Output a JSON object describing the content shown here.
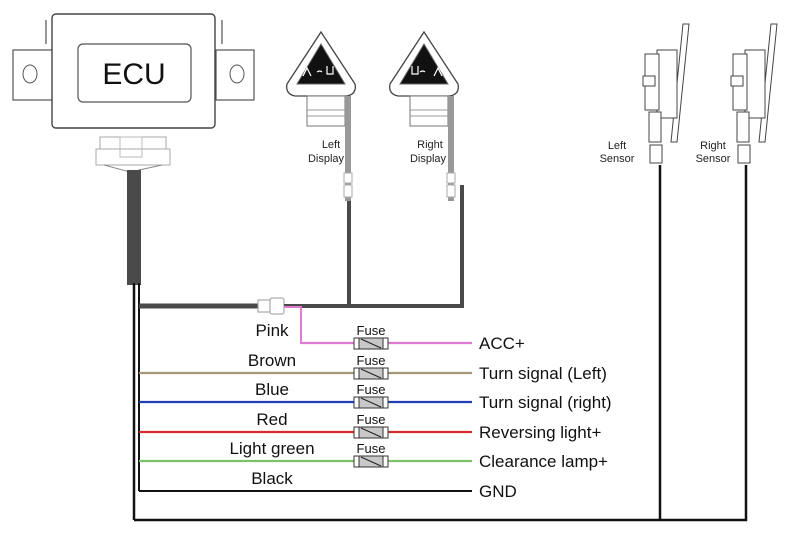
{
  "ecu": {
    "label": "ECU"
  },
  "displays": [
    {
      "label_line1": "Left",
      "label_line2": "Display",
      "icon": "car-radar-left-icon"
    },
    {
      "label_line1": "Right",
      "label_line2": "Display",
      "icon": "car-radar-right-icon"
    }
  ],
  "sensors": [
    {
      "label_line1": "Left",
      "label_line2": "Sensor"
    },
    {
      "label_line1": "Right",
      "label_line2": "Sensor"
    }
  ],
  "fuse_label": "Fuse",
  "wires": [
    {
      "color_name": "Pink",
      "color": "#e07ad0",
      "terminal": "ACC+",
      "fused": true
    },
    {
      "color_name": "Brown",
      "color": "#a49676",
      "terminal": "Turn signal (Left)",
      "fused": true
    },
    {
      "color_name": "Blue",
      "color": "#1f3fb0",
      "terminal": "Turn signal (right)",
      "fused": true
    },
    {
      "color_name": "Red",
      "color": "#d52b2b",
      "terminal": "Reversing light+",
      "fused": true
    },
    {
      "color_name": "Light green",
      "color": "#7cc46a",
      "terminal": "Clearance lamp+",
      "fused": true
    },
    {
      "color_name": "Black",
      "color": "#111111",
      "terminal": "GND",
      "fused": false
    }
  ]
}
